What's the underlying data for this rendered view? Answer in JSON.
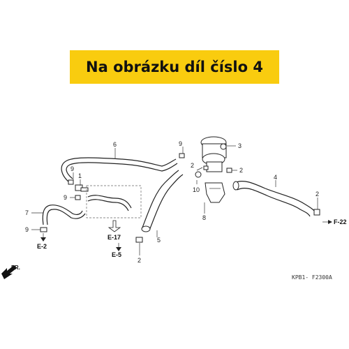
{
  "banner": {
    "text": "Na obrázku díl číslo 4"
  },
  "callouts": {
    "c1": "1",
    "c2a": "2",
    "c2b": "2",
    "c2c": "2",
    "c2d": "2",
    "c3": "3",
    "c4": "4",
    "c5": "5",
    "c6": "6",
    "c7": "7",
    "c8": "8",
    "c9a": "9",
    "c9b": "9",
    "c9c": "9",
    "c9d": "9",
    "c10": "10"
  },
  "refs": {
    "e2": "E-2",
    "e17": "E-17",
    "e5": "E-5",
    "f22": "F-22"
  },
  "direction": "FR.",
  "diagram_code": "KPB1- F2300A"
}
